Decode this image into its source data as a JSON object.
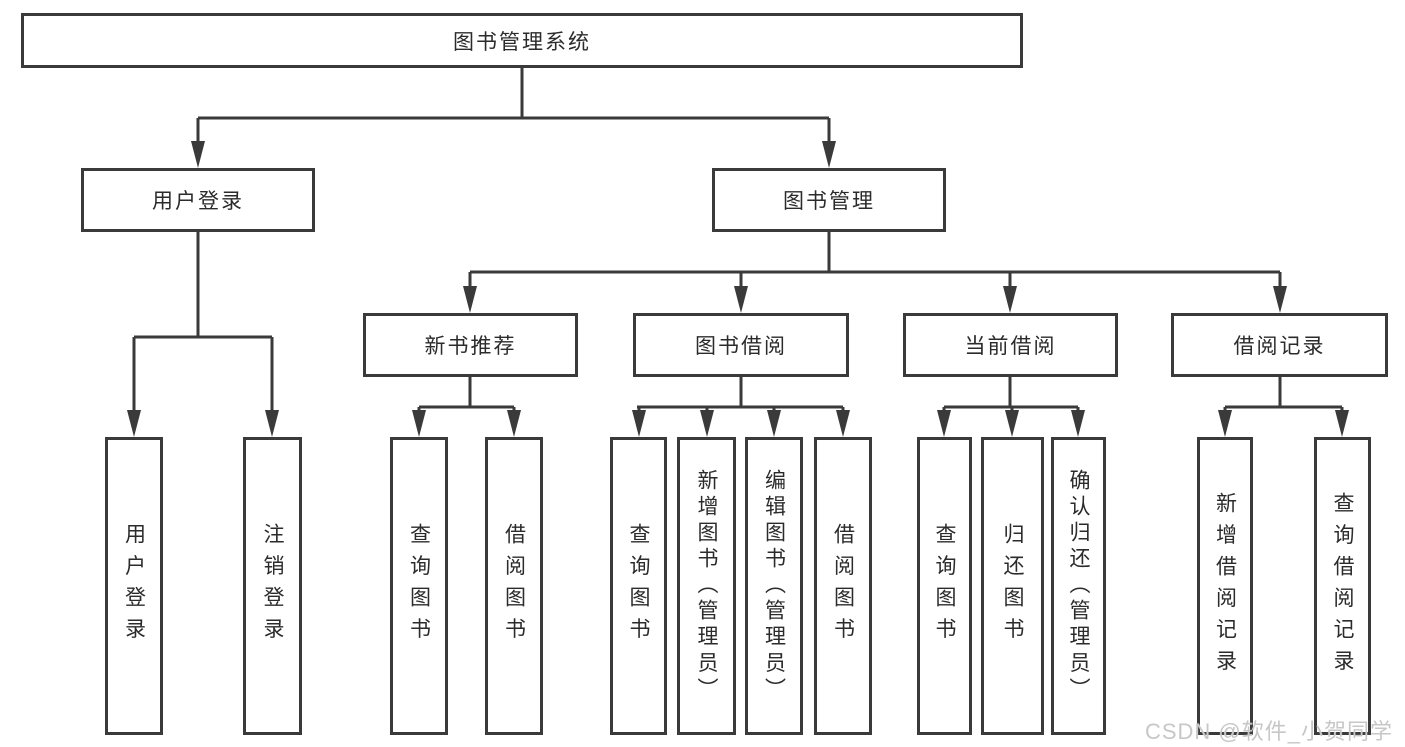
{
  "title": {
    "label": "图书管理系统"
  },
  "level2": [
    {
      "label": "用户登录"
    },
    {
      "label": "图书管理"
    }
  ],
  "level3": [
    {
      "label": "新书推荐"
    },
    {
      "label": "图书借阅"
    },
    {
      "label": "当前借阅"
    },
    {
      "label": "借阅记录"
    }
  ],
  "leaves": [
    {
      "label": "用户登录",
      "parent": "用户登录"
    },
    {
      "label": "注销登录",
      "parent": "用户登录"
    },
    {
      "label": "查询图书",
      "parent": "新书推荐"
    },
    {
      "label": "借阅图书",
      "parent": "新书推荐"
    },
    {
      "label": "查询图书",
      "parent": "图书借阅"
    },
    {
      "label": "新增图书（管理员）",
      "parent": "图书借阅"
    },
    {
      "label": "编辑图书（管理员）",
      "parent": "图书借阅"
    },
    {
      "label": "借阅图书",
      "parent": "图书借阅"
    },
    {
      "label": "查询图书",
      "parent": "当前借阅"
    },
    {
      "label": "归还图书",
      "parent": "当前借阅"
    },
    {
      "label": "确认归还（管理员）",
      "parent": "当前借阅"
    },
    {
      "label": "新增借阅记录",
      "parent": "借阅记录"
    },
    {
      "label": "查询借阅记录",
      "parent": "借阅记录"
    }
  ],
  "structure": {
    "图书管理系统": [
      "用户登录",
      "图书管理"
    ],
    "图书管理": [
      "新书推荐",
      "图书借阅",
      "当前借阅",
      "借阅记录"
    ]
  },
  "watermark": "CSDN @软件_小贺同学",
  "colors": {
    "line": "#3a3a3a",
    "text": "#2b2b2b",
    "watermark": "#c7c7c7",
    "background": "#ffffff"
  }
}
